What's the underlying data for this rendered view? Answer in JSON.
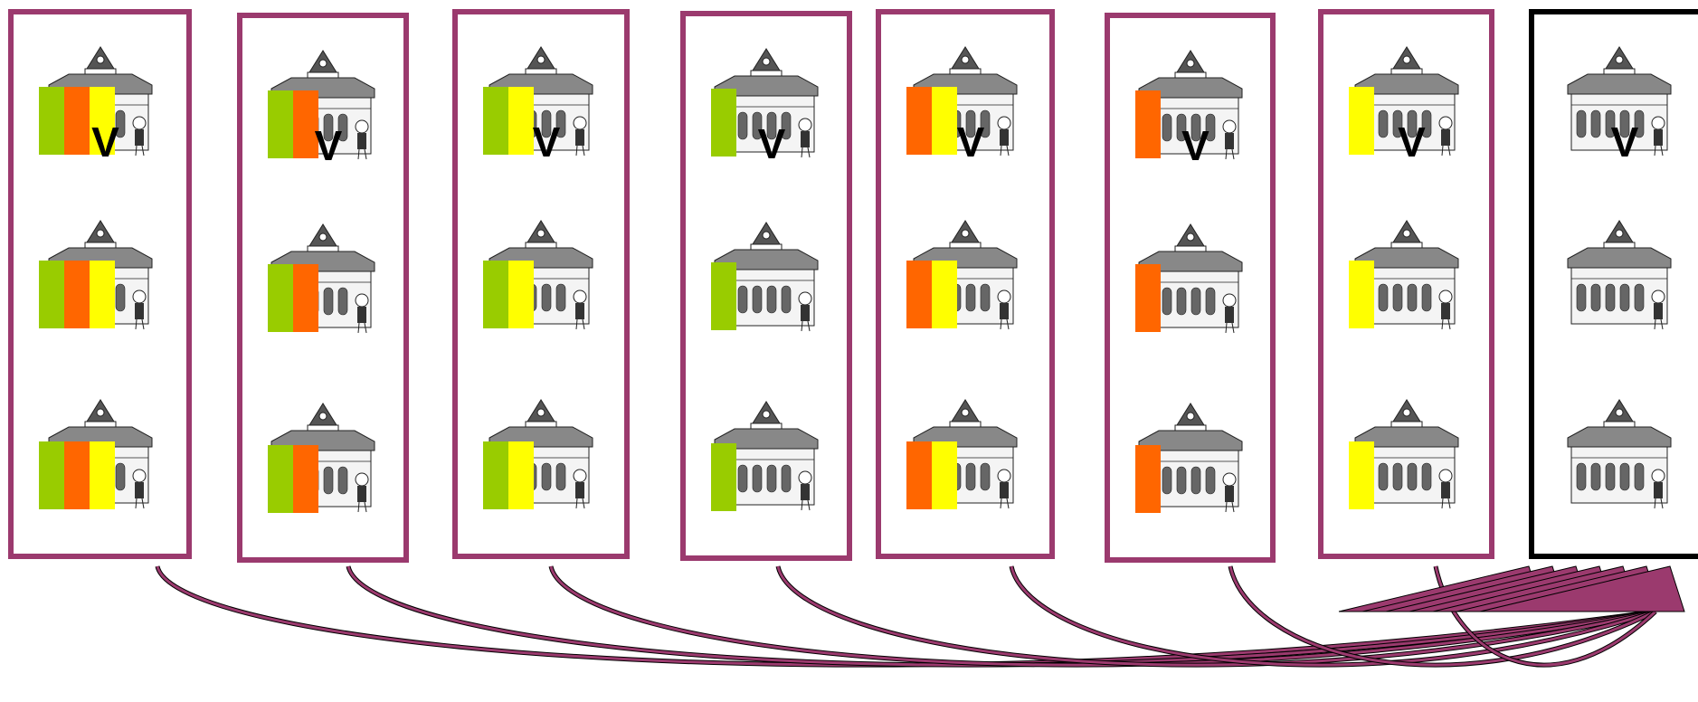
{
  "palette": {
    "green": "#99cc00",
    "orange": "#ff6600",
    "yellow": "#ffff00",
    "frame": "#9b3a6e",
    "target_frame": "#000000",
    "arrow": "#9b3a6e"
  },
  "image_subject": "school-building-with-student",
  "panels": [
    {
      "label": "V",
      "frame": "framed",
      "rows": [
        [
          "green",
          "orange",
          "yellow"
        ],
        [
          "green",
          "orange",
          "yellow"
        ],
        [
          "green",
          "orange",
          "yellow"
        ]
      ]
    },
    {
      "label": "V",
      "frame": "framed",
      "rows": [
        [
          "green",
          "orange"
        ],
        [
          "green",
          "orange"
        ],
        [
          "green",
          "orange"
        ]
      ]
    },
    {
      "label": "V",
      "frame": "framed",
      "rows": [
        [
          "green",
          "yellow"
        ],
        [
          "green",
          "yellow"
        ],
        [
          "green",
          "yellow"
        ]
      ]
    },
    {
      "label": "V",
      "frame": "framed",
      "rows": [
        [
          "green"
        ],
        [
          "green"
        ],
        [
          "green"
        ]
      ]
    },
    {
      "label": "V",
      "frame": "framed",
      "rows": [
        [
          "orange",
          "yellow"
        ],
        [
          "orange",
          "yellow"
        ],
        [
          "orange",
          "yellow"
        ]
      ]
    },
    {
      "label": "V",
      "frame": "framed",
      "rows": [
        [
          "orange"
        ],
        [
          "orange"
        ],
        [
          "orange"
        ]
      ]
    },
    {
      "label": "V",
      "frame": "framed",
      "rows": [
        [
          "yellow"
        ],
        [
          "yellow"
        ],
        [
          "yellow"
        ]
      ]
    },
    {
      "label": "V",
      "frame": "plain",
      "rows": [
        [],
        [],
        []
      ]
    }
  ]
}
